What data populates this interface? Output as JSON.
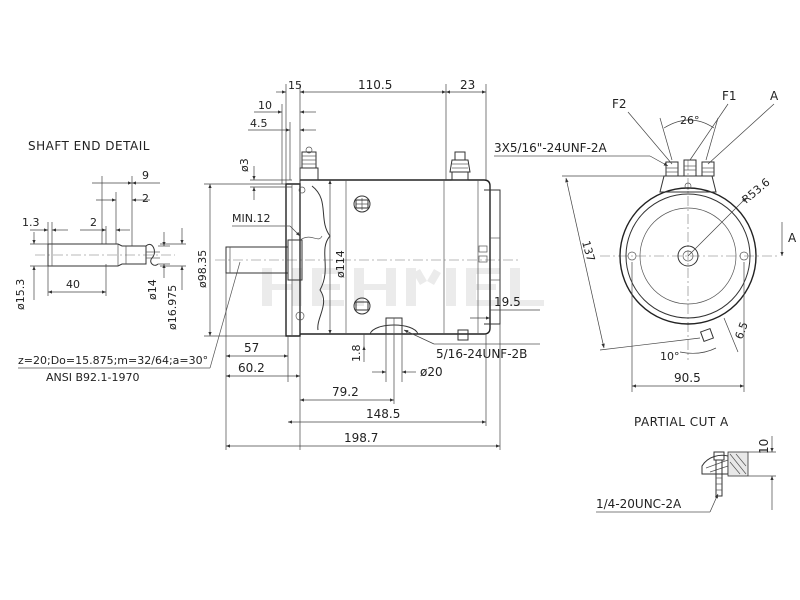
{
  "labels": {
    "shaft_end_detail": "SHAFT END DETAIL",
    "partial_cut_a": "PARTIAL CUT A",
    "gear_spec": "z=20;Do=15.875;m=32/64;a=30°",
    "ansi": "ANSI B92.1-1970",
    "min12": "MIN.12",
    "thread_3x": "3X5/16\"-24UNF-2A",
    "thread_516": "5/16-24UNF-2B",
    "thread_14": "1/4-20UNC-2A",
    "f1": "F1",
    "f2": "F2",
    "a_top": "A",
    "a_arrow": "A"
  },
  "dims": {
    "d15": "15",
    "d110_5": "110.5",
    "d23": "23",
    "d10": "10",
    "d4_5": "4.5",
    "dphi3": "ø3",
    "d9": "9",
    "d2a": "2",
    "d2b": "2",
    "d1_3": "1.3",
    "d40": "40",
    "dphi15_3": "ø15.3",
    "dphi14": "ø14",
    "dphi16_975": "ø16.975",
    "dphi98_35": "ø98.35",
    "dphi114": "ø114",
    "d57": "57",
    "d60_2": "60.2",
    "d1_8": "1.8",
    "dphi20": "ø20",
    "d19_5": "19.5",
    "d79_2": "79.2",
    "d148_5": "148.5",
    "d198_7": "198.7",
    "d26deg": "26°",
    "r53_6": "R53.6",
    "d137": "137",
    "d6_5": "6.5",
    "d10deg": "10°",
    "d90_5": "90.5",
    "d10_cut": "10"
  }
}
